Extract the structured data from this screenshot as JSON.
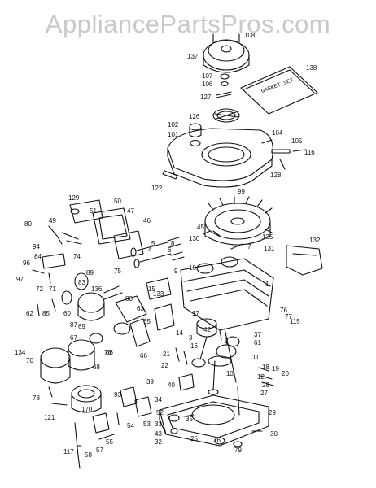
{
  "watermark": "AppliancePartsPros.com",
  "gasket_set_text": "GASKET SET",
  "part_numbers": [
    "1",
    "2",
    "3",
    "4",
    "5",
    "6",
    "7",
    "8",
    "9",
    "10",
    "11",
    "12",
    "13",
    "14",
    "15",
    "16",
    "17",
    "18",
    "19",
    "20",
    "21",
    "22",
    "25",
    "26",
    "27",
    "28",
    "29",
    "30",
    "32",
    "33",
    "34",
    "35",
    "37",
    "39",
    "40",
    "42",
    "43",
    "45",
    "46",
    "47",
    "49",
    "50",
    "51",
    "52",
    "53",
    "54",
    "55",
    "57",
    "58",
    "60",
    "61",
    "62",
    "63",
    "65",
    "66",
    "67",
    "68",
    "69",
    "70",
    "71",
    "72",
    "73",
    "74",
    "75",
    "76",
    "77",
    "78",
    "79",
    "80",
    "83",
    "84",
    "85",
    "86",
    "87",
    "88",
    "89",
    "93",
    "94",
    "96",
    "97",
    "99",
    "101",
    "102",
    "104",
    "105",
    "106",
    "107",
    "108",
    "115",
    "116",
    "117",
    "121",
    "122",
    "126",
    "127",
    "128",
    "129",
    "130",
    "131",
    "132",
    "133",
    "134",
    "135",
    "136",
    "137",
    "138",
    "170"
  ]
}
